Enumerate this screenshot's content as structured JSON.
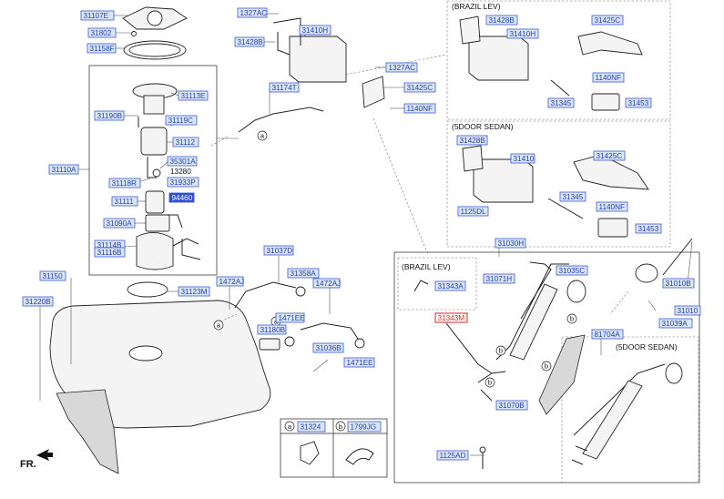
{
  "labels": [
    {
      "text": "31107E"
    },
    {
      "text": "31802"
    },
    {
      "text": "31158F"
    },
    {
      "text": "31113E"
    },
    {
      "text": "31190B"
    },
    {
      "text": "31119C"
    },
    {
      "text": "31112"
    },
    {
      "text": "35301A"
    },
    {
      "text": "13280"
    },
    {
      "text": "31118R"
    },
    {
      "text": "31933P"
    },
    {
      "text": "31111"
    },
    {
      "text": "31090A"
    },
    {
      "text": "31114B"
    },
    {
      "text": "31116B"
    },
    {
      "text": "31110A"
    },
    {
      "text": "1327AC"
    },
    {
      "text": "31410H"
    },
    {
      "text": "31428B"
    },
    {
      "text": "31174T"
    },
    {
      "text": "1327AC"
    },
    {
      "text": "31425C"
    },
    {
      "text": "1140NF"
    },
    {
      "text": "31428B"
    },
    {
      "text": "31410H"
    },
    {
      "text": "31425C"
    },
    {
      "text": "1140NF"
    },
    {
      "text": "31345"
    },
    {
      "text": "31453"
    },
    {
      "text": "31428B"
    },
    {
      "text": "31410"
    },
    {
      "text": "31425C"
    },
    {
      "text": "31345"
    },
    {
      "text": "1125DL"
    },
    {
      "text": "1140NF"
    },
    {
      "text": "31453"
    },
    {
      "text": "31150"
    },
    {
      "text": "31220B"
    },
    {
      "text": "31123M"
    },
    {
      "text": "31037D"
    },
    {
      "text": "1472AJ"
    },
    {
      "text": "31358A"
    },
    {
      "text": "1472AJ"
    },
    {
      "text": "1471EE"
    },
    {
      "text": "31180B"
    },
    {
      "text": "31036B"
    },
    {
      "text": "1471EE"
    },
    {
      "text": "31030H"
    },
    {
      "text": "31343A"
    },
    {
      "text": "31071H"
    },
    {
      "text": "31035C"
    },
    {
      "text": "31343M"
    },
    {
      "text": "81704A"
    },
    {
      "text": "31070B"
    },
    {
      "text": "31010B"
    },
    {
      "text": "31010"
    },
    {
      "text": "31039A"
    },
    {
      "text": "1125AD"
    },
    {
      "text": "31324"
    },
    {
      "text": "1799JG"
    }
  ],
  "highlighted_label": {
    "text": "94460"
  },
  "sections": {
    "brazil_lev_top": "(BRAZIL LEV)",
    "five_door_sedan_mid": "(5DOOR SEDAN)",
    "brazil_lev_filler": "(BRAZIL LEV)",
    "five_door_sedan_filler": "(5DOOR SEDAN)"
  },
  "callouts": [
    "a",
    "a",
    "a",
    "b",
    "b",
    "b",
    "b"
  ],
  "legend": {
    "a_letter": "a",
    "a_part": "31324",
    "b_letter": "b",
    "b_part": "1799JG"
  },
  "direction": {
    "text": "FR."
  }
}
